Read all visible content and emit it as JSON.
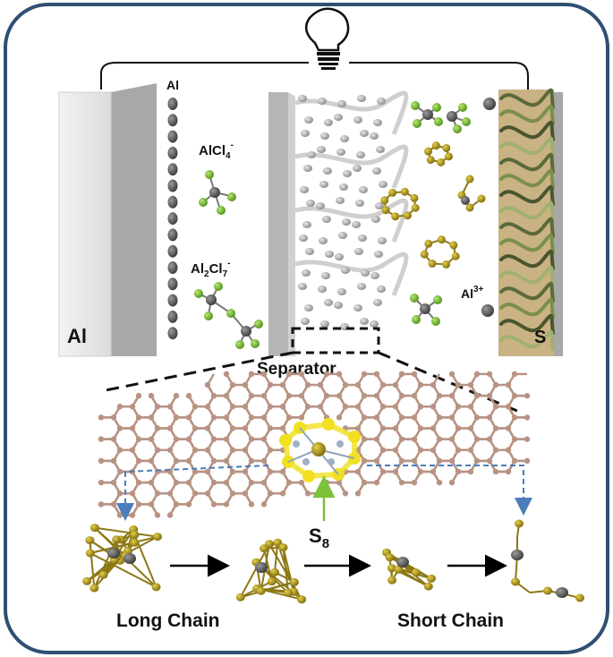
{
  "labels": {
    "al_electrode": "Al",
    "al_atoms": "Al",
    "alcl4_main": "AlCl",
    "alcl4_sub": "4",
    "alcl4_sup": "-",
    "al2cl7_a": "Al",
    "al2cl7_b": "2",
    "al2cl7_c": "Cl",
    "al2cl7_d": "7",
    "al2cl7_e": "-",
    "al3_main": "Al",
    "al3_sup": "3+",
    "s_electrode": "S",
    "separator": "Separator",
    "s8_main": "S",
    "s8_sub": "8",
    "long_chain": "Long Chain",
    "short_chain": "Short Chain"
  },
  "colors": {
    "frame": "#2f4f73",
    "electrode_light": "#ececec",
    "electrode_dark": "#a8a8a8",
    "al_atom": "#555555",
    "chlorine": "#7cc13a",
    "sulfur": "#b59a1a",
    "graphene": "#b89383",
    "nitrogen": "#9fb0c4",
    "highlight_s": "#f0e020",
    "cathode": "#c9b283",
    "arrow_blue": "#4a7dba",
    "arrow_green": "#7cc13a"
  },
  "icons": [
    "light-bulb-icon"
  ]
}
